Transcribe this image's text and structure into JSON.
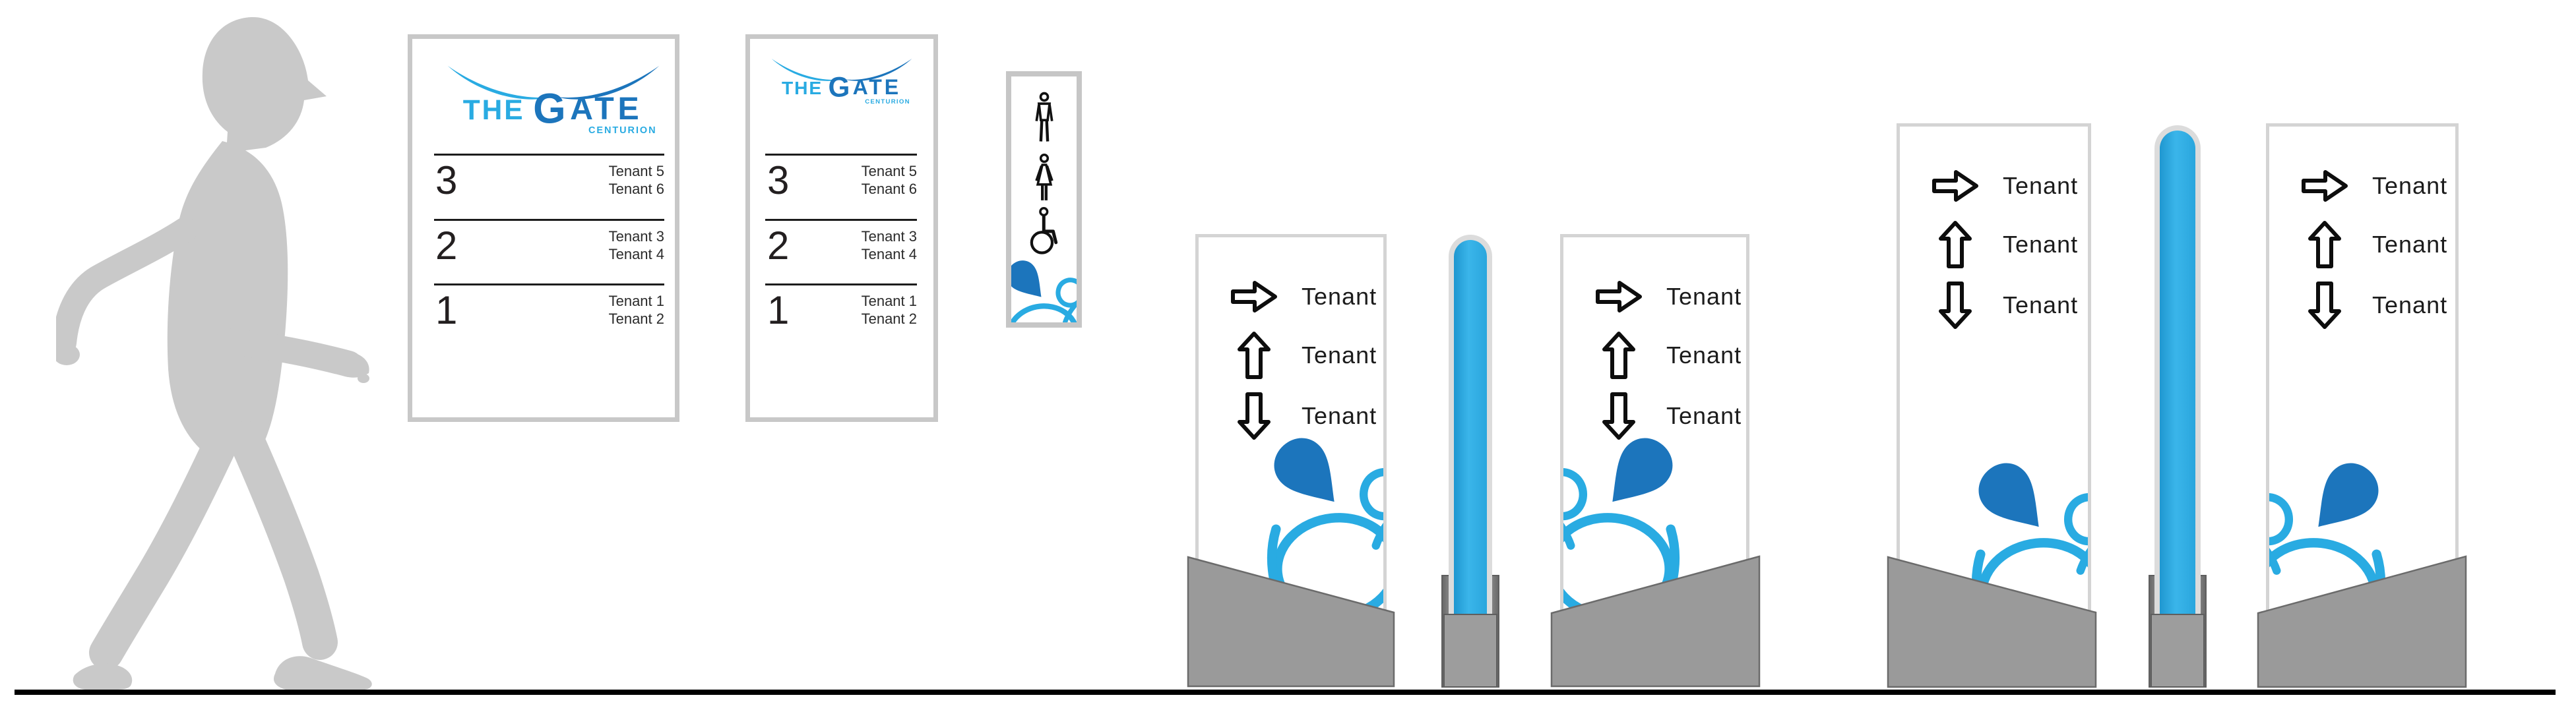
{
  "brand": {
    "the": "THE",
    "gate_initial": "G",
    "gate_rest": "ATE",
    "centurion": "CENTURION",
    "light_blue": "#29ABE2",
    "dark_blue": "#1C75BC"
  },
  "directory_large": {
    "floors": [
      {
        "number": "3",
        "tenants": [
          "Tenant 5",
          "Tenant 6"
        ]
      },
      {
        "number": "2",
        "tenants": [
          "Tenant 3",
          "Tenant 4"
        ]
      },
      {
        "number": "1",
        "tenants": [
          "Tenant 1",
          "Tenant 2"
        ]
      }
    ]
  },
  "directory_small": {
    "floors": [
      {
        "number": "3",
        "tenants": [
          "Tenant 5",
          "Tenant 6"
        ]
      },
      {
        "number": "2",
        "tenants": [
          "Tenant 3",
          "Tenant 4"
        ]
      },
      {
        "number": "1",
        "tenants": [
          "Tenant 1",
          "Tenant 2"
        ]
      }
    ]
  },
  "restroom_sign": {
    "icons": [
      "male-icon",
      "female-icon",
      "wheelchair-icon",
      "splash-logo"
    ]
  },
  "monoliths": [
    {
      "rows": [
        {
          "arrow": "right",
          "label": "Tenant"
        },
        {
          "arrow": "up",
          "label": "Tenant"
        },
        {
          "arrow": "down",
          "label": "Tenant"
        }
      ]
    },
    {
      "rows": [
        {
          "arrow": "right",
          "label": "Tenant"
        },
        {
          "arrow": "up",
          "label": "Tenant"
        },
        {
          "arrow": "down",
          "label": "Tenant"
        }
      ]
    },
    {
      "rows": [
        {
          "arrow": "right",
          "label": "Tenant"
        },
        {
          "arrow": "up",
          "label": "Tenant"
        },
        {
          "arrow": "down",
          "label": "Tenant"
        }
      ]
    },
    {
      "rows": [
        {
          "arrow": "right",
          "label": "Tenant"
        },
        {
          "arrow": "up",
          "label": "Tenant"
        },
        {
          "arrow": "down",
          "label": "Tenant"
        }
      ]
    }
  ],
  "colors": {
    "silhouette": "#C9C9C9",
    "sign_border": "#C8C8C8",
    "panel_border": "#D4D4D4",
    "base_fill": "#9A9A9A",
    "base_stroke": "#6B6B6B",
    "pylon_blue": "#2BA9E0",
    "pylon_outline": "#DCDCDC",
    "ground": "#000000",
    "ink": "#1C1C1C"
  }
}
